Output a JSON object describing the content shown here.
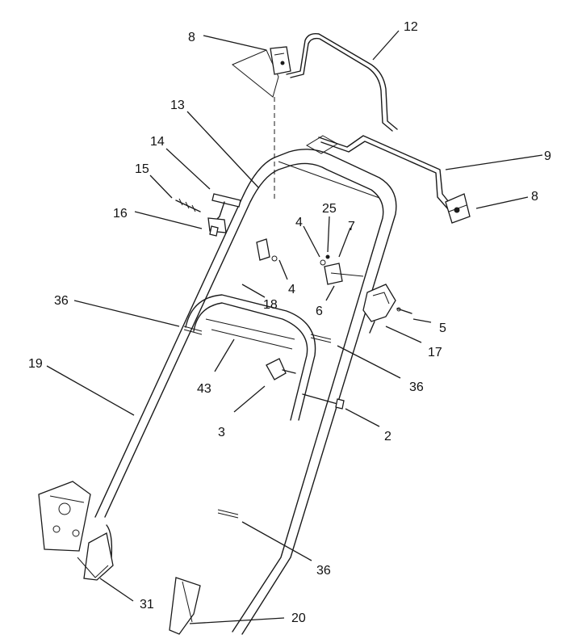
{
  "callouts": [
    {
      "id": "c8a",
      "text": "8"
    },
    {
      "id": "c12",
      "text": "12"
    },
    {
      "id": "c13",
      "text": "13"
    },
    {
      "id": "c14",
      "text": "14"
    },
    {
      "id": "c15",
      "text": "15"
    },
    {
      "id": "c16",
      "text": "16"
    },
    {
      "id": "c9",
      "text": "9"
    },
    {
      "id": "c8b",
      "text": "8"
    },
    {
      "id": "c4a",
      "text": "4"
    },
    {
      "id": "c25",
      "text": "25"
    },
    {
      "id": "c7",
      "text": "7"
    },
    {
      "id": "c4b",
      "text": "4"
    },
    {
      "id": "c18",
      "text": "18"
    },
    {
      "id": "c6",
      "text": "6"
    },
    {
      "id": "c5",
      "text": "5"
    },
    {
      "id": "c17",
      "text": "17"
    },
    {
      "id": "c36a",
      "text": "36"
    },
    {
      "id": "c36b",
      "text": "36"
    },
    {
      "id": "c36c",
      "text": "36"
    },
    {
      "id": "c19",
      "text": "19"
    },
    {
      "id": "c43",
      "text": "43"
    },
    {
      "id": "c3",
      "text": "3"
    },
    {
      "id": "c2",
      "text": "2"
    },
    {
      "id": "c31",
      "text": "31"
    },
    {
      "id": "c20",
      "text": "20"
    }
  ]
}
